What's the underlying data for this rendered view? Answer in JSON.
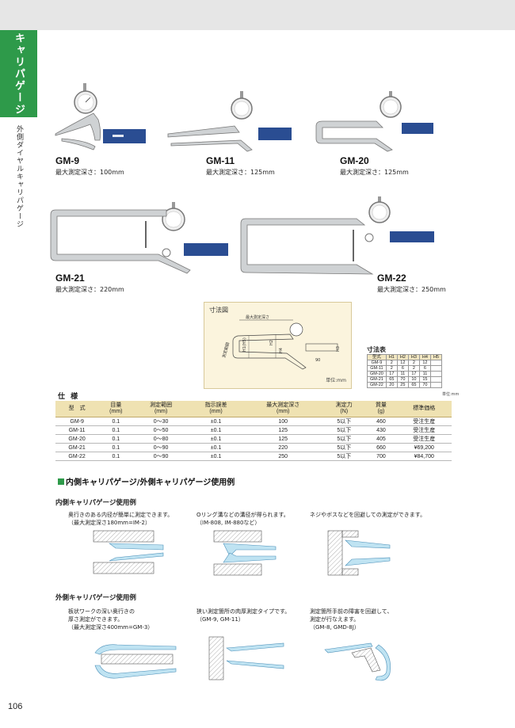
{
  "side": {
    "tab": "キャリパゲージ",
    "sub": "外側ダイヤルキャリパゲージ"
  },
  "products": [
    {
      "model": "GM-9",
      "depth": "最大測定深さ：100mm"
    },
    {
      "model": "GM-11",
      "depth": "最大測定深さ：125mm"
    },
    {
      "model": "GM-20",
      "depth": "最大測定深さ：125mm"
    },
    {
      "model": "GM-21",
      "depth": "最大測定深さ：220mm"
    },
    {
      "model": "GM-22",
      "depth": "最大測定深さ：250mm"
    }
  ],
  "dimension_figure": {
    "title": "寸法図",
    "label_depth": "最大測定深さ",
    "label_range": "測定範囲",
    "label_h1": "H1(H5)",
    "label_h2": "H2",
    "label_h4": "H4",
    "label_h3": "H3",
    "label_90": "90",
    "unit": "単位:mm"
  },
  "size_table": {
    "title": "寸法表",
    "headers": [
      "型式",
      "H1",
      "H2",
      "H3",
      "H4",
      "H5"
    ],
    "rows": [
      [
        "GM-9",
        "2",
        "12",
        "2",
        "12",
        ""
      ],
      [
        "GM-11",
        "2",
        "6",
        "2",
        "6",
        ""
      ],
      [
        "GM-20",
        "17",
        "11",
        "17",
        "11",
        ""
      ],
      [
        "GM-21",
        "65",
        "70",
        "10",
        "15",
        ""
      ],
      [
        "GM-22",
        "20",
        "25",
        "65",
        "70",
        ""
      ]
    ],
    "unit": "単位:mm"
  },
  "spec": {
    "title": "仕 様",
    "headers": [
      {
        "l1": "型　式",
        "l2": ""
      },
      {
        "l1": "目量",
        "l2": "(mm)"
      },
      {
        "l1": "測定範囲",
        "l2": "(mm)"
      },
      {
        "l1": "指示誤差",
        "l2": "(mm)"
      },
      {
        "l1": "最大測定深さ",
        "l2": "(mm)"
      },
      {
        "l1": "測定力",
        "l2": "(N)"
      },
      {
        "l1": "質量",
        "l2": "(g)"
      },
      {
        "l1": "標準価格",
        "l2": ""
      }
    ],
    "rows": [
      [
        "GM-9",
        "0.1",
        "0〜30",
        "±0.1",
        "100",
        "5以下",
        "460",
        "受注生産"
      ],
      [
        "GM-11",
        "0.1",
        "0〜50",
        "±0.1",
        "125",
        "5以下",
        "430",
        "受注生産"
      ],
      [
        "GM-20",
        "0.1",
        "0〜80",
        "±0.1",
        "125",
        "5以下",
        "405",
        "受注生産"
      ],
      [
        "GM-21",
        "0.1",
        "0〜90",
        "±0.1",
        "220",
        "5以下",
        "660",
        "¥69,200"
      ],
      [
        "GM-22",
        "0.1",
        "0〜90",
        "±0.1",
        "250",
        "5以下",
        "700",
        "¥84,700"
      ]
    ]
  },
  "usage": {
    "heading": "内側キャリパゲージ/外側キャリパゲージ使用例",
    "inner_heading": "内側キャリパゲージ使用例",
    "inner": [
      "奥行きのある内径が簡単に測定できます。\n（最大測定深さ180mm=IM-2）",
      "Oリング溝などの溝径が得られます。\n（IM-808, IM-880など）",
      "ネジやボスなどを回避しての測定ができます。"
    ],
    "outer_heading": "外側キャリパゲージ使用例",
    "outer": [
      "板状ワークの深い奥行きの\n厚さ測定ができます。\n（最大測定深さ400mm=GM-3）",
      "狭い測定箇所の肉厚測定タイプです。\n（GM-9, GM-11）",
      "測定箇所手前の障害を回避して、\n測定が行なえます。\n（GM-8, GMD-8J）"
    ]
  },
  "page_number": "106"
}
